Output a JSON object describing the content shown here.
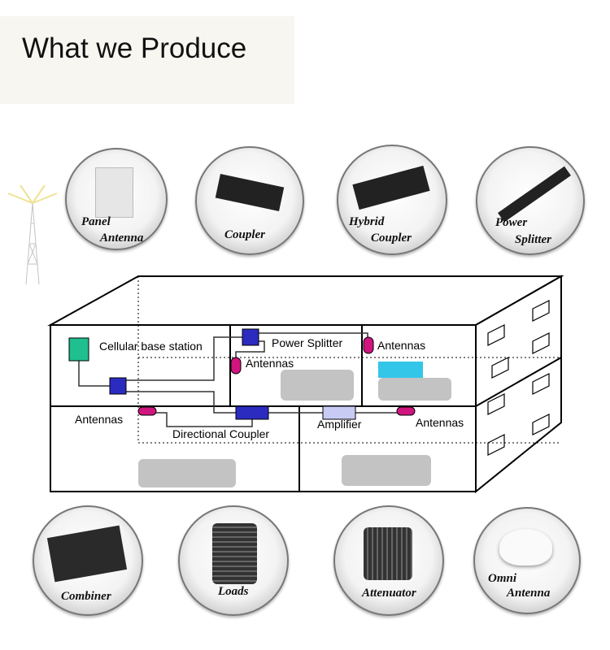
{
  "title": "What we Produce",
  "products_top": [
    {
      "line1": "Panel",
      "line2": "Antenna"
    },
    {
      "line1": "Coupler",
      "line2": ""
    },
    {
      "line1": "Hybrid",
      "line2": "Coupler"
    },
    {
      "line1": "Power",
      "line2": "Splitter"
    }
  ],
  "products_bottom": [
    {
      "line1": "Combiner",
      "line2": ""
    },
    {
      "line1": "Loads",
      "line2": ""
    },
    {
      "line1": "Attenuator",
      "line2": ""
    },
    {
      "line1": "Omni",
      "line2": "Antenna"
    }
  ],
  "diagram": {
    "base_station": "Cellular base station",
    "power_splitter": "Power Splitter",
    "antennas_a": "Antennas",
    "antennas_b": "Antennas",
    "antennas_c": "Antennas",
    "antennas_d": "Antennas",
    "directional_coupler": "Directional Coupler",
    "amplifier": "Amplifier"
  },
  "colors": {
    "base_station": "#1fbf8f",
    "splitter": "#2b2bc0",
    "antenna": "#d0157f",
    "amplifier": "#c8ccf5"
  }
}
